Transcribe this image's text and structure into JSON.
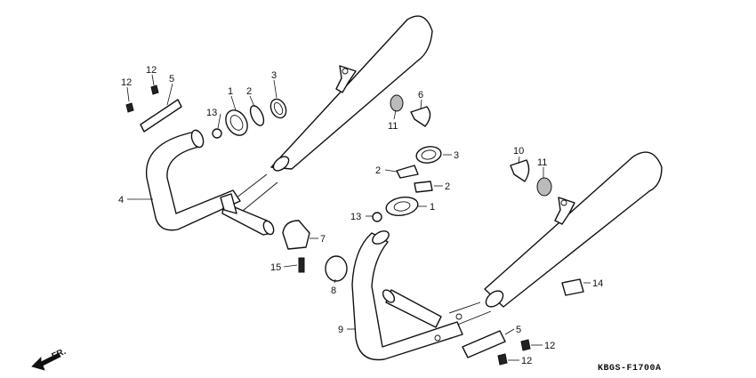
{
  "diagram": {
    "part_labels": {
      "p12a": "12",
      "p12b": "12",
      "p5a": "5",
      "p13a": "13",
      "p1a": "1",
      "p2a": "2",
      "p3a": "3",
      "p6": "6",
      "p11a": "11",
      "p4": "4",
      "p7": "7",
      "p15": "15",
      "p8": "8",
      "p3b": "3",
      "p2b": "2",
      "p2c": "2",
      "p1b": "1",
      "p13b": "13",
      "p10": "10",
      "p11b": "11",
      "p14": "14",
      "p9": "9",
      "p5b": "5",
      "p12c": "12",
      "p12d": "12"
    },
    "drawing_code": "KBGS-F1700A",
    "direction_label": "FR."
  }
}
